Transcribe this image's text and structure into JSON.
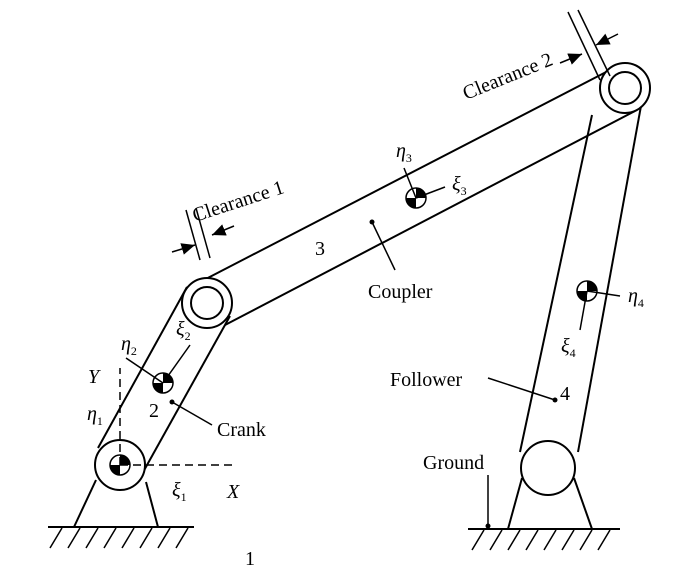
{
  "labels": {
    "clearance1": "Clearance 1",
    "clearance2": "Clearance 2",
    "coupler": "Coupler",
    "crank": "Crank",
    "follower": "Follower",
    "ground": "Ground",
    "link1": "1",
    "link2": "2",
    "link3": "3",
    "link4": "4"
  },
  "axes": {
    "X": "X",
    "Y": "Y"
  },
  "coords": {
    "eta1": {
      "sym": "η",
      "sub": "1"
    },
    "xi1": {
      "sym": "ξ",
      "sub": "1"
    },
    "eta2": {
      "sym": "η",
      "sub": "2"
    },
    "xi2": {
      "sym": "ξ",
      "sub": "2"
    },
    "eta3": {
      "sym": "η",
      "sub": "3"
    },
    "xi3": {
      "sym": "ξ",
      "sub": "3"
    },
    "eta4": {
      "sym": "η",
      "sub": "4"
    },
    "xi4": {
      "sym": "ξ",
      "sub": "4"
    }
  }
}
